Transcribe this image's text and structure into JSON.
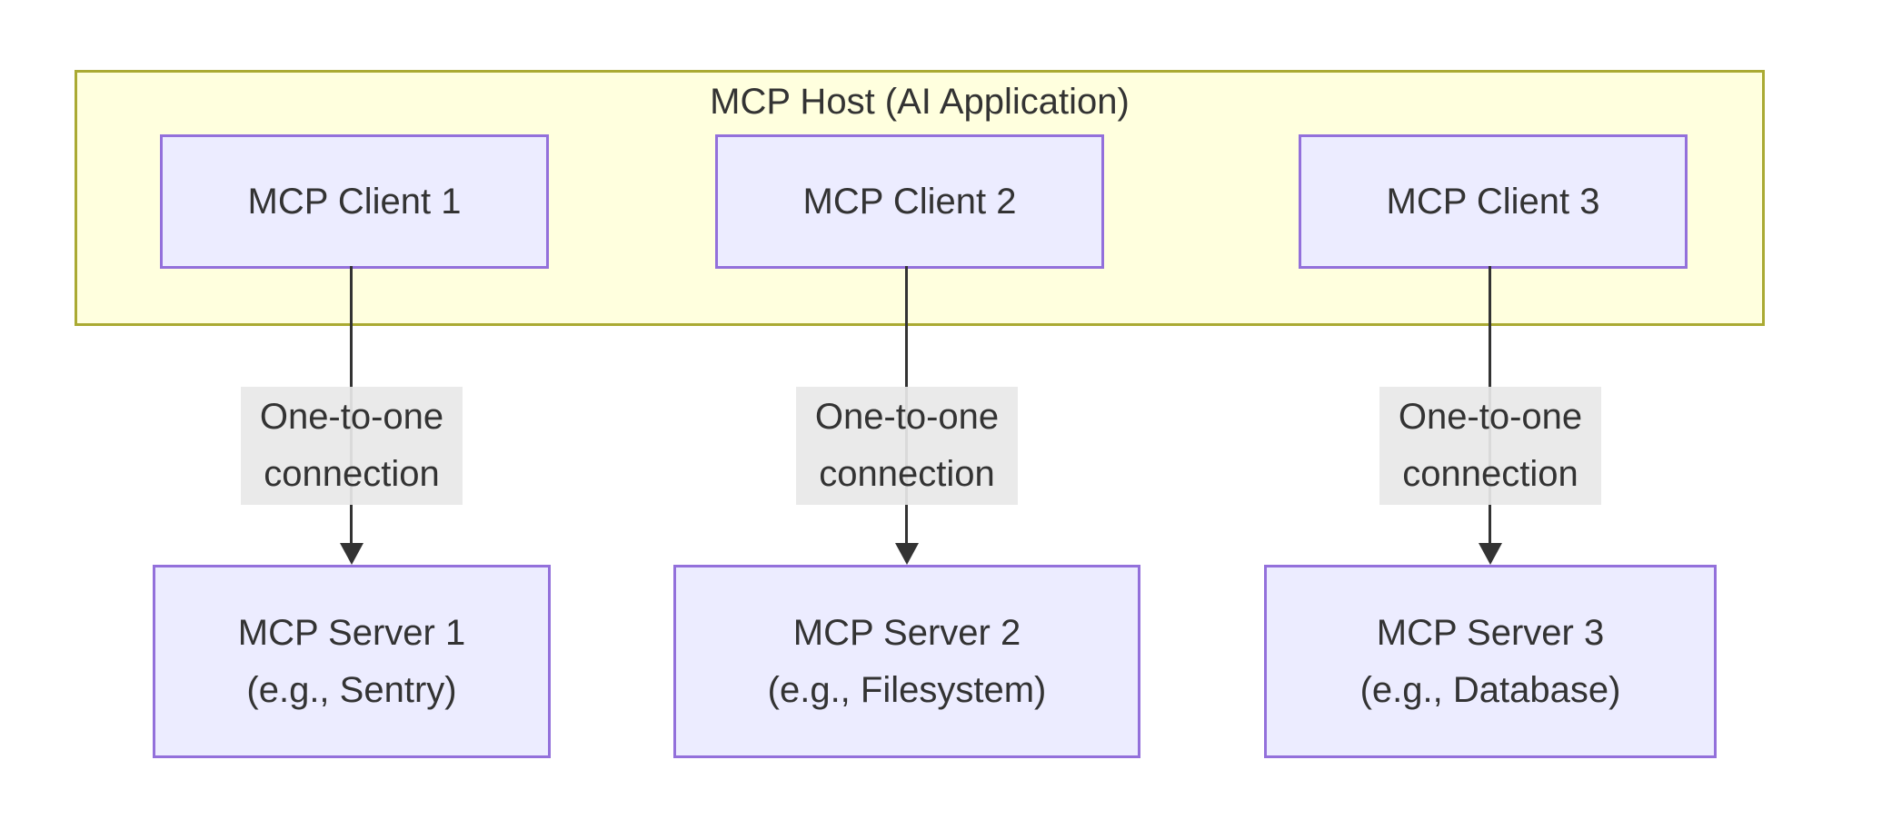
{
  "host": {
    "title": "MCP Host (AI Application)"
  },
  "clients": [
    {
      "label": "MCP Client 1"
    },
    {
      "label": "MCP Client 2"
    },
    {
      "label": "MCP Client 3"
    }
  ],
  "connections": [
    {
      "line1": "One-to-one",
      "line2": "connection"
    },
    {
      "line1": "One-to-one",
      "line2": "connection"
    },
    {
      "line1": "One-to-one",
      "line2": "connection"
    }
  ],
  "servers": [
    {
      "name": "MCP Server 1",
      "example": "(e.g., Sentry)"
    },
    {
      "name": "MCP Server 2",
      "example": "(e.g., Filesystem)"
    },
    {
      "name": "MCP Server 3",
      "example": "(e.g., Database)"
    }
  ],
  "colors": {
    "host_fill": "#ffffde",
    "host_border": "#aaaa33",
    "node_fill": "#ECECFF",
    "node_border": "#9370DB",
    "edge_label_bg": "#e8e8e8",
    "text": "#333333",
    "arrow": "#333333",
    "background": "#ffffff"
  }
}
